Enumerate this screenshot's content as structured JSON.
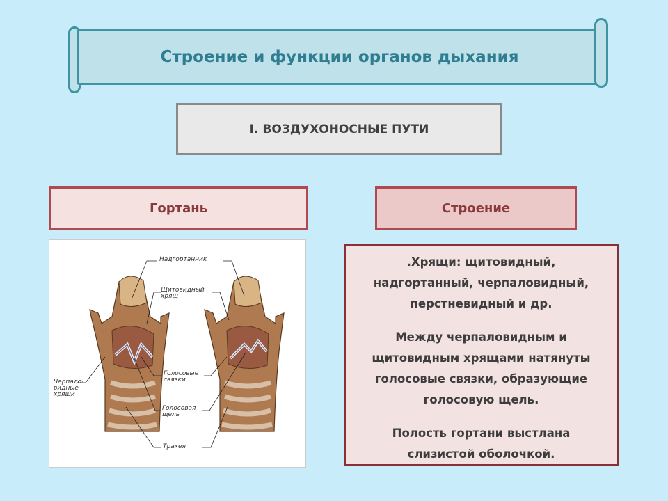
{
  "title": "Строение и функции органов дыхания",
  "section": "I. ВОЗДУХОНОСНЫЕ ПУТИ",
  "left_label": "Гортань",
  "right_label": "Строение",
  "figure": {
    "labels": {
      "epiglottis": "Надгортанник",
      "thyroid": "Щитовидный хрящ",
      "vocal_folds": "Голосовые связки",
      "glottis": "Голосовая щель",
      "arytenoid": "Черпало-видные хрящи",
      "trachea": "Трахея"
    }
  },
  "description": {
    "p1": ".Хрящи: щитовидный, надгортанный, черпаловидный, перстневидный и др.",
    "p2": "Между черпаловидным и щитовидным хрящами натянуты голосовые связки, образующие голосовую щель.",
    "p3": "Полость гортани выстлана слизистой оболочкой."
  },
  "colors": {
    "background": "#c9ecfa",
    "title_text": "#2f7d90",
    "label_border": "#b04a52",
    "desc_border": "#8a2f36"
  }
}
